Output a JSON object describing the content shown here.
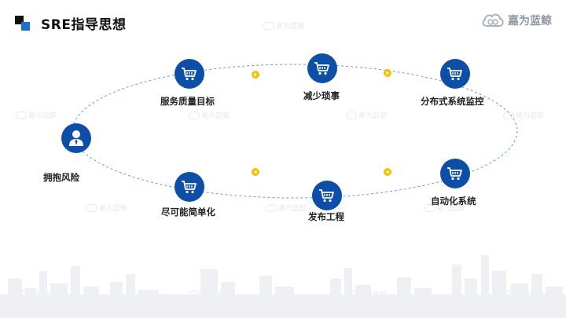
{
  "header": {
    "title": "SRE指导思想",
    "brand": "嘉为蓝鲸"
  },
  "watermark": "嘉为蓝鲸",
  "diagram": {
    "nodes": [
      {
        "id": "risk",
        "label": "拥抱风险",
        "icon": "person-icon"
      },
      {
        "id": "slo",
        "label": "服务质量目标",
        "icon": "cart-icon"
      },
      {
        "id": "toil",
        "label": "减少琐事",
        "icon": "cart-icon"
      },
      {
        "id": "monitor",
        "label": "分布式系统监控",
        "icon": "cart-icon"
      },
      {
        "id": "automation",
        "label": "自动化系统",
        "icon": "cart-icon"
      },
      {
        "id": "release",
        "label": "发布工程",
        "icon": "cart-icon"
      },
      {
        "id": "simplicity",
        "label": "尽可能简单化",
        "icon": "cart-icon"
      }
    ],
    "colors": {
      "node": "#0d4fa8",
      "ellipse": "#6a9bd8",
      "arrow": "#f2c200"
    }
  }
}
